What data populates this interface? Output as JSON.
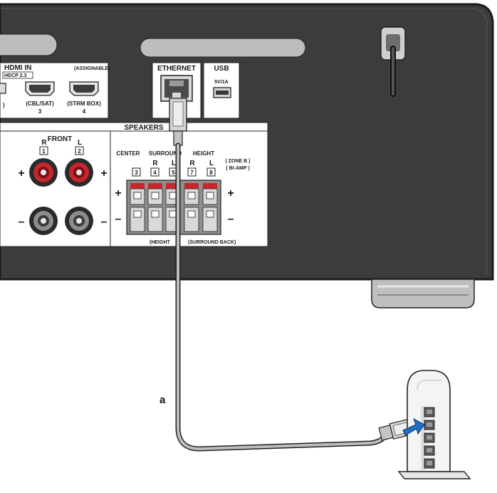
{
  "hdmi": {
    "title": "HDMI IN",
    "assignable": "(ASSIGNABLE)",
    "hdcp": "HDCP 2.3",
    "port_left_label": ")",
    "port3_label": "(CBL/SAT)",
    "port3_num": "3",
    "port4_label": "(STRM BOX)",
    "port4_num": "4"
  },
  "ethernet": {
    "title": "ETHERNET"
  },
  "usb": {
    "title": "USB",
    "rating": "5V/1A"
  },
  "speakers": {
    "title": "SPEAKERS",
    "front": {
      "title": "FRONT",
      "r": "R",
      "l": "L",
      "r_num": "1",
      "l_num": "2"
    },
    "center": {
      "title": "CENTER",
      "num": "3"
    },
    "surround": {
      "title": "SURROUND",
      "r": "R",
      "l": "L",
      "r_num": "4",
      "l_num": "5"
    },
    "height": {
      "title": "HEIGHT",
      "r": "R",
      "l": "L",
      "r_num": "7",
      "l_num": "8"
    },
    "zone_b": "( ZONE B )",
    "bi_amp": "( BI-AMP )",
    "plus": "+",
    "minus": "–",
    "bottom_left": "(HEIGHT",
    "bottom_right": "(SURROUND BACK)"
  },
  "cable_label": "a",
  "colors": {
    "panel": "#3c3c3c",
    "panel_edge": "#252525",
    "cable": "#b9b9b9",
    "arrow": "#1f6fc2",
    "terminal_red": "#c7262d"
  }
}
